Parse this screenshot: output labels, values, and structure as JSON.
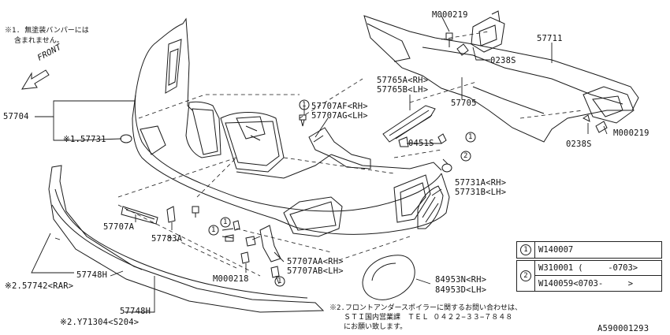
{
  "diagram_id": "A590001293",
  "notes": {
    "note1_line1": "※1. 無塗装バンパーには",
    "note1_line2": "含まれません。",
    "note2_line1": "※2.フロントアンダースポイラーに関するお問い合わせは、",
    "note2_line2": "ＳＴＩ国内営業課　ＴＥＬ ０４２２−３３−７８４８",
    "note2_line3": "にお願い致します。"
  },
  "front_label": "FRONT",
  "labels": {
    "m000219_top": "M000219",
    "p57711": "57711",
    "p0238s_top": "0238S",
    "p57765a": "57765A<RH>",
    "p57765b": "57765B<LH>",
    "p57705": "57705",
    "p57707af": "57707AF<RH>",
    "p57707ag": "57707AG<LH>",
    "p57704": "57704",
    "p57731": "※1.57731",
    "p0451s": "0451S",
    "p0238s_right": "0238S",
    "m000219_right": "M000219",
    "p57731a": "57731A<RH>",
    "p57731b": "57731B<LH>",
    "p57707a": "57707A",
    "p57783a": "57783A",
    "p57707aa": "57707AA<RH>",
    "p57707ab": "57707AB<LH>",
    "m000218": "M000218",
    "p57748h_1": "57748H",
    "p57742": "※2.57742<RAR>",
    "p57748h_2": "57748H",
    "y71304": "※2.Y71304<S204>",
    "p84953n": "84953N<RH>",
    "p84953d": "84953D<LH>"
  },
  "callouts": [
    "1",
    "1",
    "2",
    "1",
    "1",
    "1"
  ],
  "legend": [
    {
      "num": "1",
      "rows": [
        {
          "code": "W140007",
          "range": ""
        }
      ]
    },
    {
      "num": "2",
      "rows": [
        {
          "code": "W310001",
          "range": "(     -0703>"
        },
        {
          "code": "W140059",
          "range": "<0703-     >"
        }
      ]
    }
  ]
}
